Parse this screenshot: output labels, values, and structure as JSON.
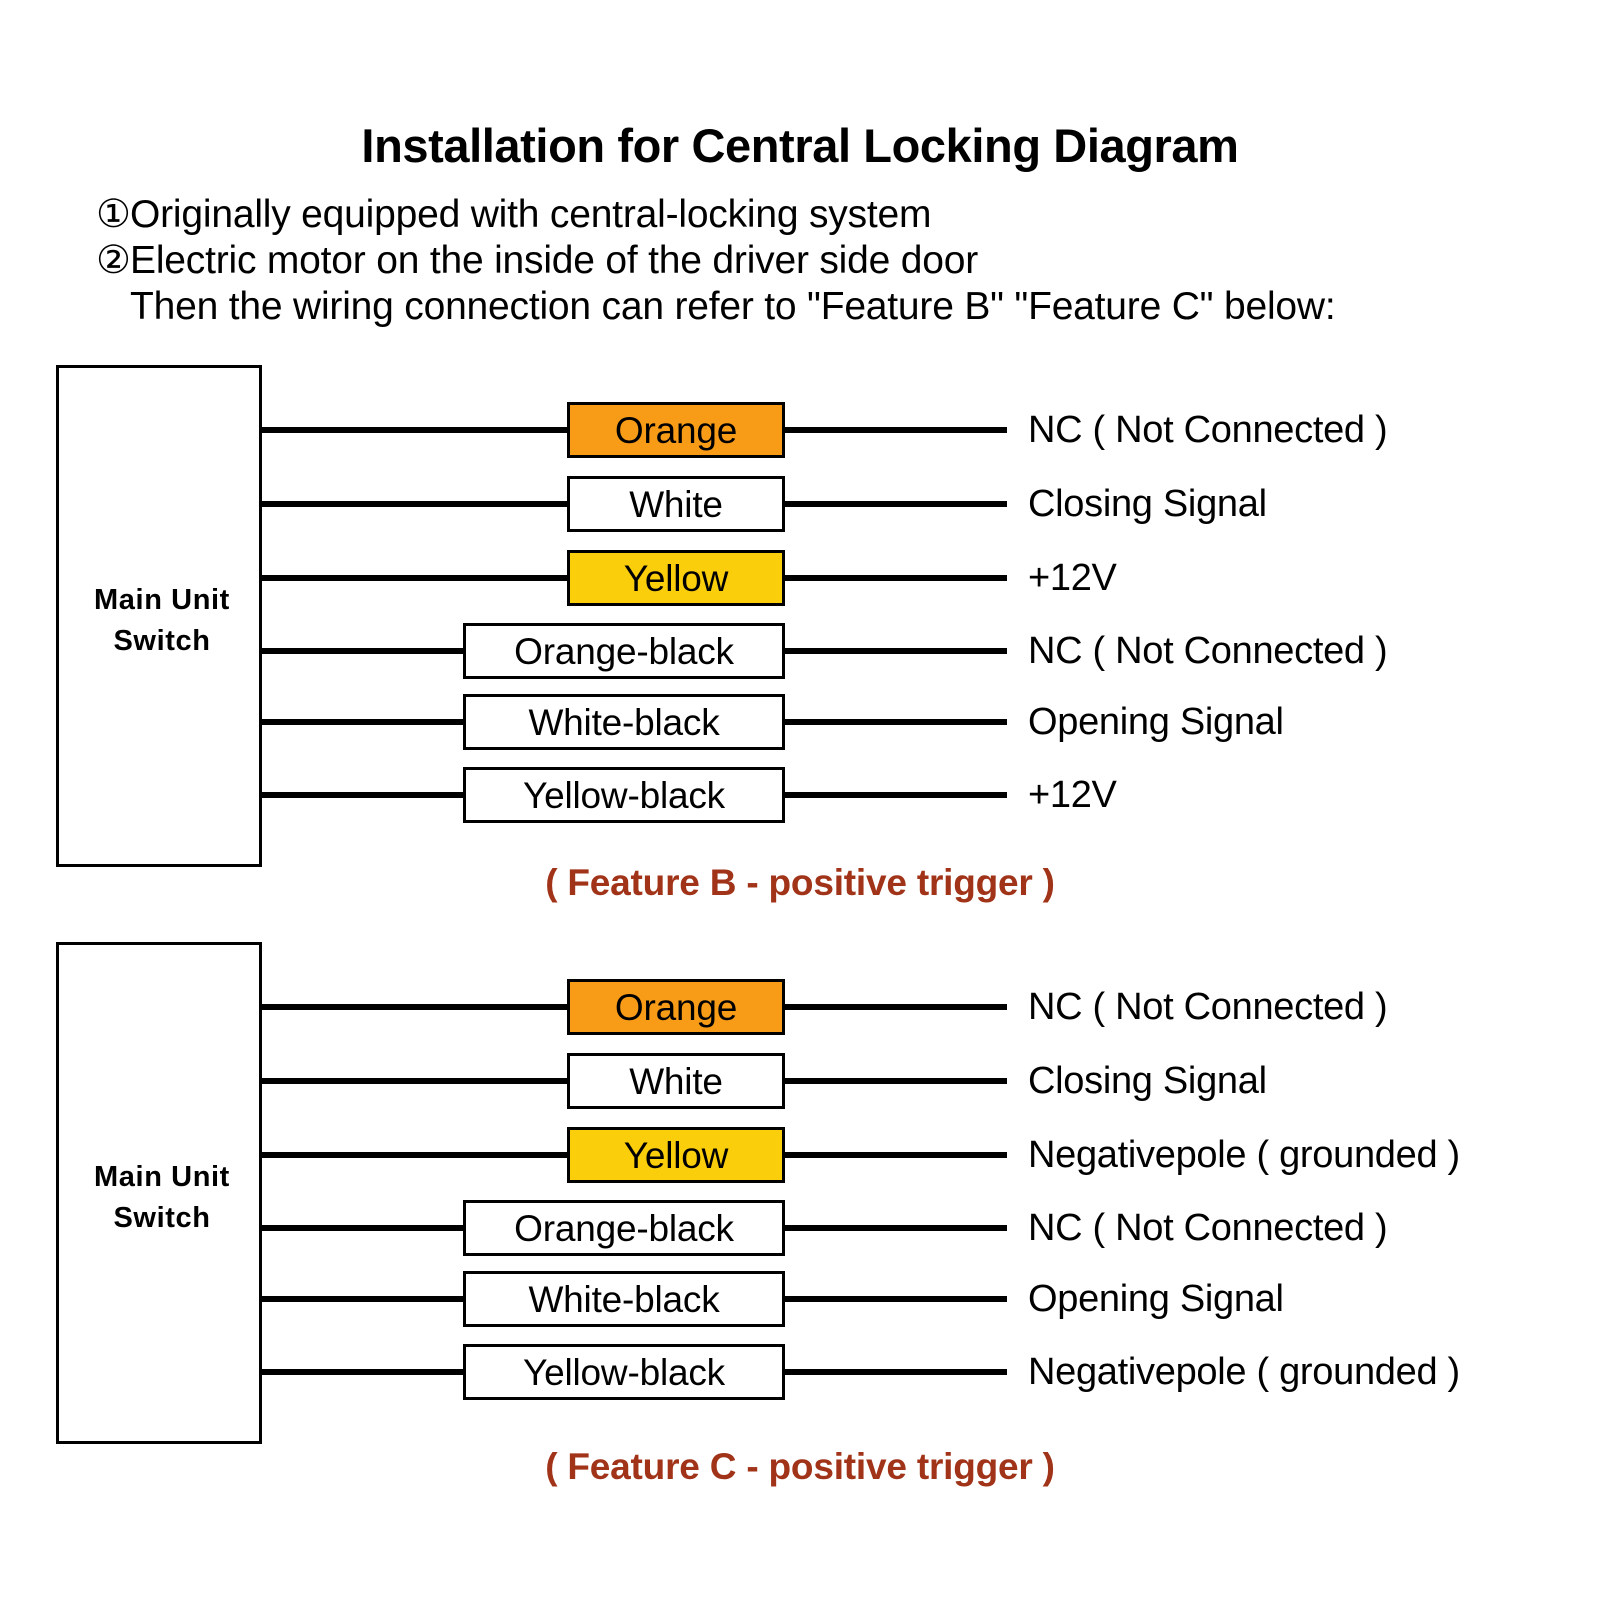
{
  "header": {
    "title": "Installation for Central Locking Diagram",
    "lines": [
      {
        "marker": "①",
        "text": "Originally equipped with central-locking system"
      },
      {
        "marker": "②",
        "text": "Electric motor on the inside of the driver side door"
      },
      {
        "marker": "",
        "text": "Then the wiring connection can refer to \"Feature B\" \"Feature C\" below:"
      }
    ]
  },
  "colors": {
    "orange": "#F89C18",
    "yellow": "#FBCE0B",
    "white": "#FFFFFF",
    "wire": "#000000",
    "caption": "#A03318"
  },
  "blocks": [
    {
      "id": "feature-b",
      "unit_label": "Main Unit\nSwitch",
      "unit_label_line1": "Main Unit",
      "unit_label_line2": "Switch",
      "caption": "( Feature B - positive trigger )",
      "rows": [
        {
          "wire": "Orange",
          "fill": "#F89C18",
          "signal": "NC ( Not Connected )"
        },
        {
          "wire": "White",
          "fill": "#FFFFFF",
          "signal": "Closing Signal"
        },
        {
          "wire": "Yellow",
          "fill": "#FBCE0B",
          "signal": "+12V"
        },
        {
          "wire": "Orange-black",
          "fill": "#FFFFFF",
          "signal": "NC ( Not Connected )"
        },
        {
          "wire": "White-black",
          "fill": "#FFFFFF",
          "signal": "Opening Signal"
        },
        {
          "wire": "Yellow-black",
          "fill": "#FFFFFF",
          "signal": "+12V"
        }
      ]
    },
    {
      "id": "feature-c",
      "unit_label_line1": "Main Unit",
      "unit_label_line2": "Switch",
      "caption": "( Feature C - positive trigger )",
      "rows": [
        {
          "wire": "Orange",
          "fill": "#F89C18",
          "signal": "NC ( Not Connected )"
        },
        {
          "wire": "White",
          "fill": "#FFFFFF",
          "signal": "Closing Signal"
        },
        {
          "wire": "Yellow",
          "fill": "#FBCE0B",
          "signal": "Negativepole ( grounded )"
        },
        {
          "wire": "Orange-black",
          "fill": "#FFFFFF",
          "signal": "NC ( Not Connected )"
        },
        {
          "wire": "White-black",
          "fill": "#FFFFFF",
          "signal": "Opening Signal"
        },
        {
          "wire": "Yellow-black",
          "fill": "#FFFFFF",
          "signal": "Negativepole ( grounded )"
        }
      ]
    }
  ]
}
